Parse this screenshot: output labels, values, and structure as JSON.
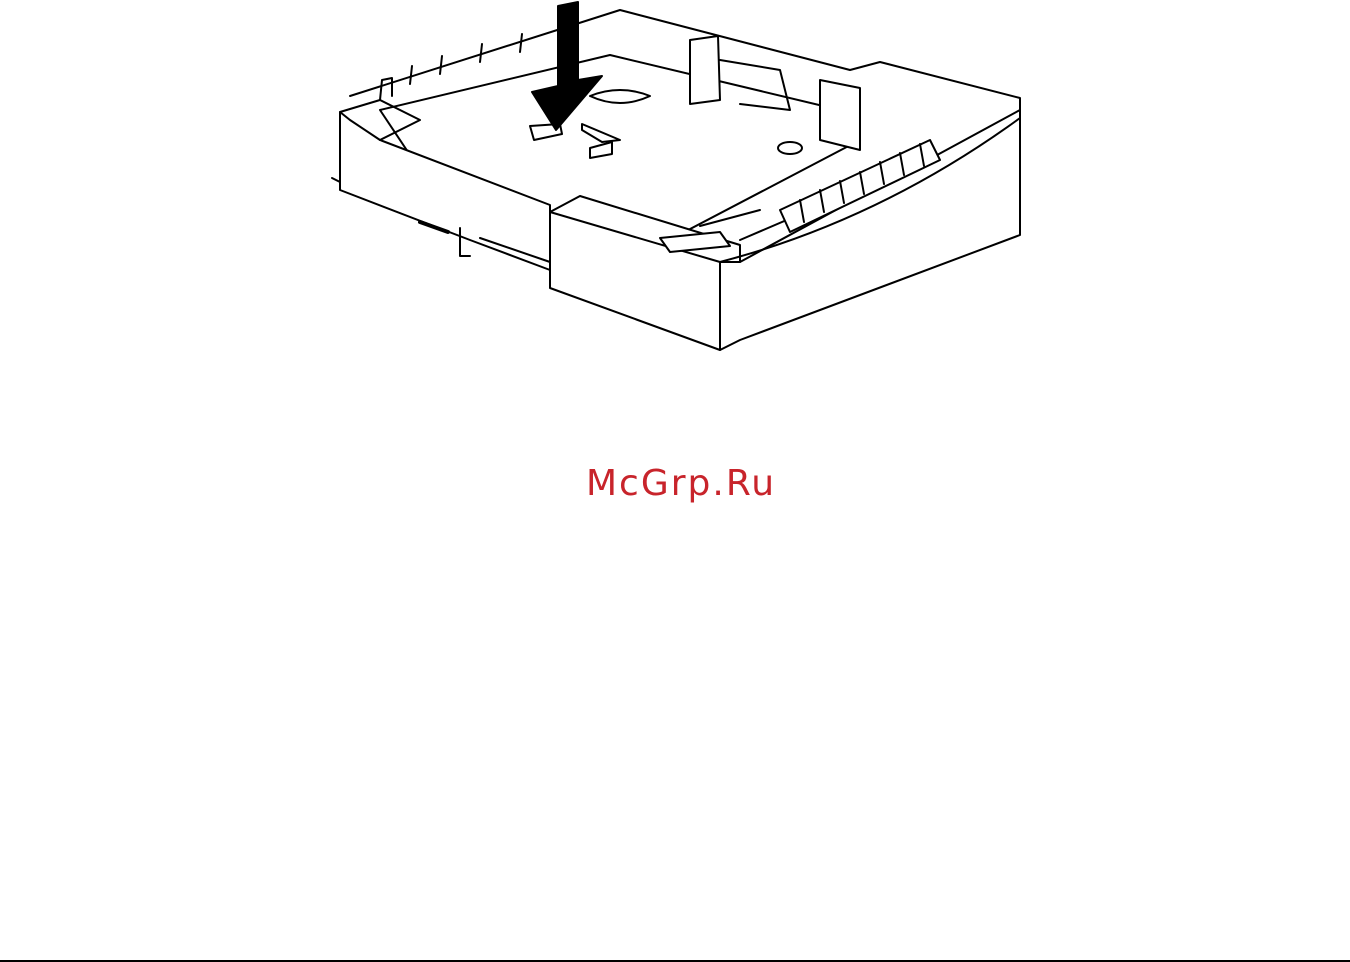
{
  "page": {
    "background": "#ffffff"
  },
  "figure": {
    "subject": "paper-tray-cassette",
    "arrow_direction": "down",
    "line_color": "#000000",
    "fill_color": "#ffffff"
  },
  "watermark": {
    "text": "McGrp.Ru",
    "color": "#c8242b"
  },
  "footer": {
    "rule_color": "#000000"
  }
}
